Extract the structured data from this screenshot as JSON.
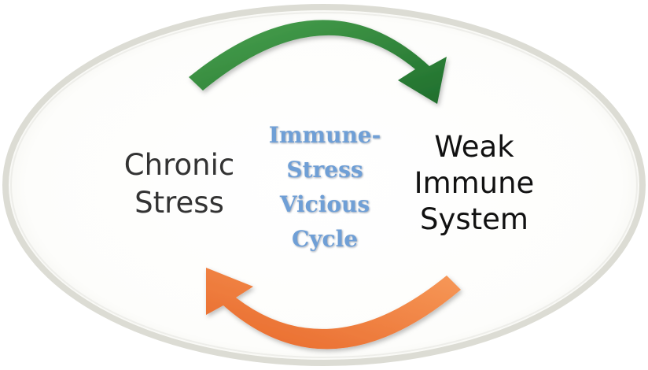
{
  "left_node": {
    "lines": [
      "Chronic",
      "Stress"
    ]
  },
  "right_node": {
    "lines": [
      "Weak",
      "Immune",
      "System"
    ]
  },
  "center_label": {
    "lines": [
      "Immune-",
      "Stress",
      "Vicious",
      "Cycle"
    ]
  },
  "colors": {
    "top_arrow": "#2e8b3a",
    "bottom_arrow": "#f07a3a",
    "center_text": "#6f9fd6",
    "ellipse_rim": "#dcdcd4"
  }
}
